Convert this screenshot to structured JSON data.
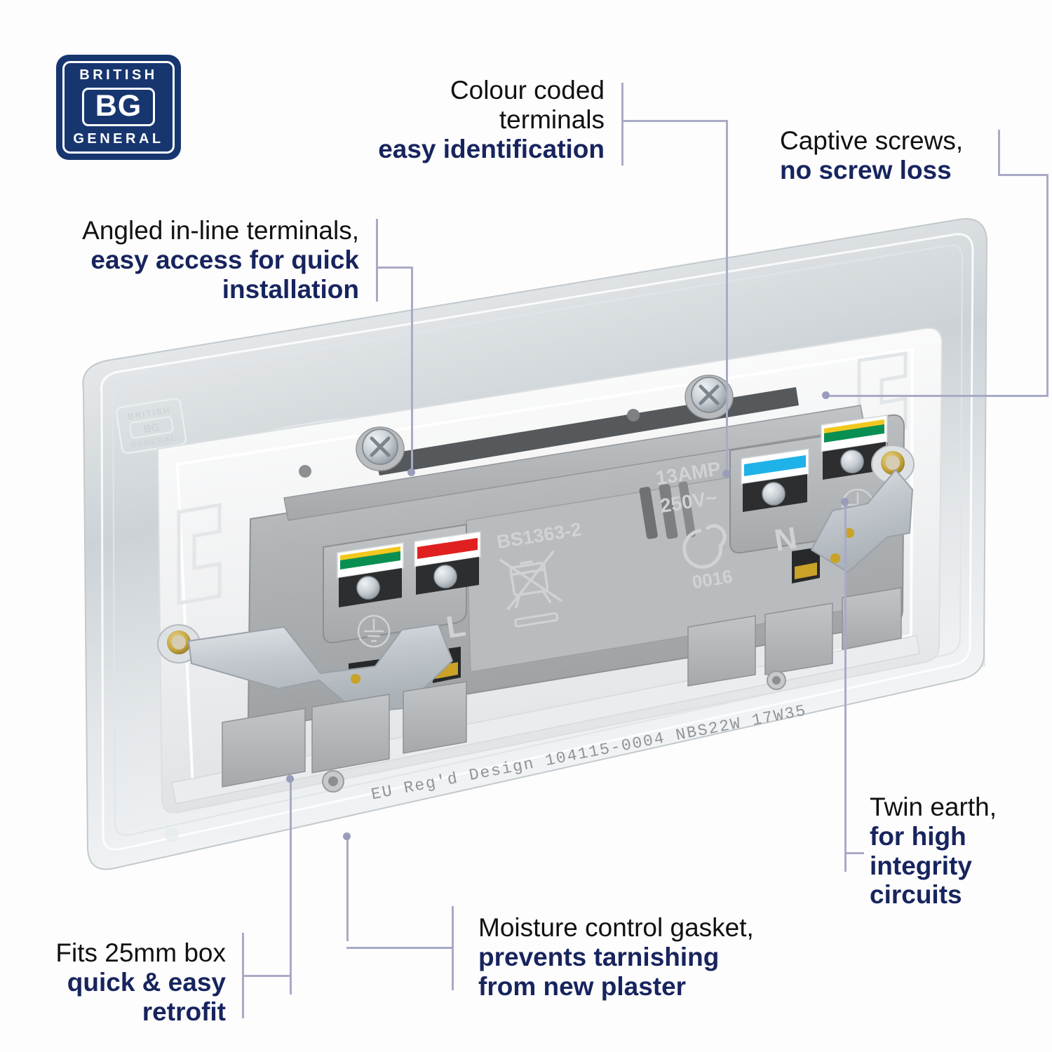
{
  "brand": {
    "logo_top": "BRITISH",
    "logo_mid": "BG",
    "logo_bottom": "GENERAL",
    "logo_color": "#17366f",
    "emboss_top": "BRITISH",
    "emboss_mid": "BG",
    "emboss_bottom": "GENERAL"
  },
  "theme": {
    "plain_text_color": "#111111",
    "bold_text_color": "#17245e",
    "leader_line_color": "#a9aac6",
    "background": "#fdfdfd",
    "plate_chrome": "#d9dde0",
    "body_grey": "#b4b7b9",
    "insert_white": "#f2f3f4",
    "earth_green": "#0a8f52",
    "earth_yellow": "#f2c81e",
    "live_red": "#e02020",
    "neutral_blue": "#1fb2e8",
    "brass": "#c9a227",
    "metal_zinc": "#c8cdd2"
  },
  "callouts": [
    {
      "id": "colour-coded-terminals",
      "plain": "Colour coded\nterminals",
      "bold": "easy identification",
      "align": "right"
    },
    {
      "id": "captive-screws",
      "plain": "Captive screws,",
      "bold": "no screw loss",
      "align": "left"
    },
    {
      "id": "angled-in-line-terminals",
      "plain": "Angled in-line terminals,",
      "bold": "easy access for quick\ninstallation",
      "align": "right"
    },
    {
      "id": "twin-earth",
      "plain": "Twin earth,",
      "bold": "for high\nintegrity\ncircuits",
      "align": "left"
    },
    {
      "id": "moisture-control-gasket",
      "plain": "Moisture control gasket,",
      "bold": "prevents tarnishing\nfrom new plaster",
      "align": "left"
    },
    {
      "id": "fits-25mm-box",
      "plain": "Fits 25mm box",
      "bold": "quick & easy\nretrofit",
      "align": "right"
    }
  ],
  "product_markings": {
    "standard": "BS1363-2",
    "rating_amp": "13AMP",
    "rating_volt": "250V~",
    "cert_number": "0016",
    "terminal_live": "L",
    "terminal_neutral": "N",
    "earth_symbol": "earth-symbol",
    "weee_symbol": "crossed-out-wheelie-bin",
    "engraved_line": "EU Reg'd Design 104115-0004 NBS22W 17W35",
    "engraved_parts": {
      "design": "EU Reg'd Design",
      "design_number": "104115-0004",
      "product_code": "NBS22W",
      "batch_code": "17W35"
    }
  },
  "terminals": [
    {
      "id": "earth-left",
      "label": "earth-symbol",
      "colour": "green-yellow"
    },
    {
      "id": "live-left",
      "label": "L",
      "colour": "red"
    },
    {
      "id": "neutral-right",
      "label": "N",
      "colour": "blue"
    },
    {
      "id": "earth-right",
      "label": "earth-symbol",
      "colour": "green-yellow"
    }
  ]
}
